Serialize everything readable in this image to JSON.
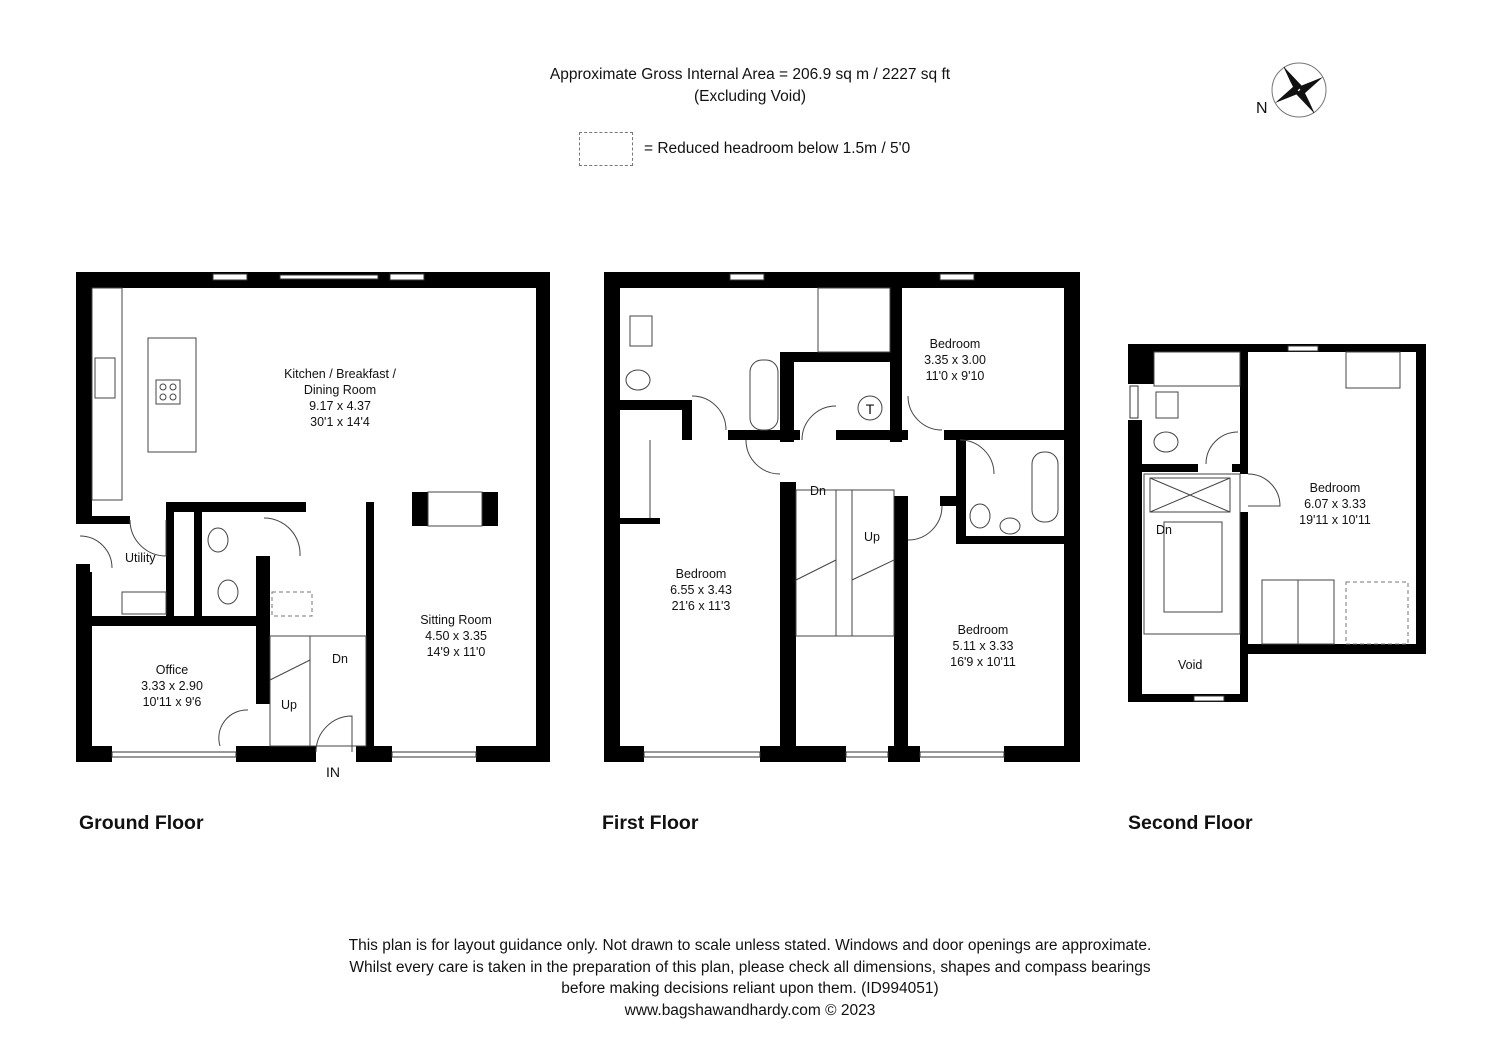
{
  "header": {
    "area_line": "Approximate Gross Internal Area = 206.9 sq m / 2227 sq ft",
    "excluding_line": "(Excluding Void)",
    "legend_text": "= Reduced headroom below 1.5m / 5'0"
  },
  "compass": {
    "north_label": "N"
  },
  "floors": {
    "ground": {
      "title": "Ground Floor",
      "kitchen": {
        "name1": "Kitchen / Breakfast /",
        "name2": "Dining Room",
        "metric": "9.17 x 4.37",
        "imperial": "30'1 x 14'4"
      },
      "utility": {
        "name": "Utility"
      },
      "office": {
        "name": "Office",
        "metric": "3.33 x 2.90",
        "imperial": "10'11 x 9'6"
      },
      "sitting": {
        "name": "Sitting Room",
        "metric": "4.50 x 3.35",
        "imperial": "14'9 x 11'0"
      },
      "stairs_dn": "Dn",
      "stairs_up": "Up",
      "entrance": "IN"
    },
    "first": {
      "title": "First Floor",
      "bed_large": {
        "name": "Bedroom",
        "metric": "6.55 x 3.43",
        "imperial": "21'6 x 11'3"
      },
      "bed_top_right": {
        "name": "Bedroom",
        "metric": "3.35 x 3.00",
        "imperial": "11'0 x 9'10"
      },
      "bed_bottom_right": {
        "name": "Bedroom",
        "metric": "5.11 x 3.33",
        "imperial": "16'9 x 10'11"
      },
      "stairs_dn": "Dn",
      "stairs_up": "Up",
      "tank_label": "T"
    },
    "second": {
      "title": "Second Floor",
      "bedroom": {
        "name": "Bedroom",
        "metric": "6.07 x 3.33",
        "imperial": "19'11 x 10'11"
      },
      "stairs_dn": "Dn",
      "void": "Void"
    }
  },
  "disclaimer": {
    "line1": "This plan is for layout guidance only. Not drawn to scale unless stated. Windows and door openings are approximate.",
    "line2": "Whilst every care is taken in the preparation of this plan, please check all dimensions, shapes and compass bearings",
    "line3": "before making decisions reliant upon them. (ID994051)",
    "line4": "www.bagshawandhardy.com © 2023"
  }
}
